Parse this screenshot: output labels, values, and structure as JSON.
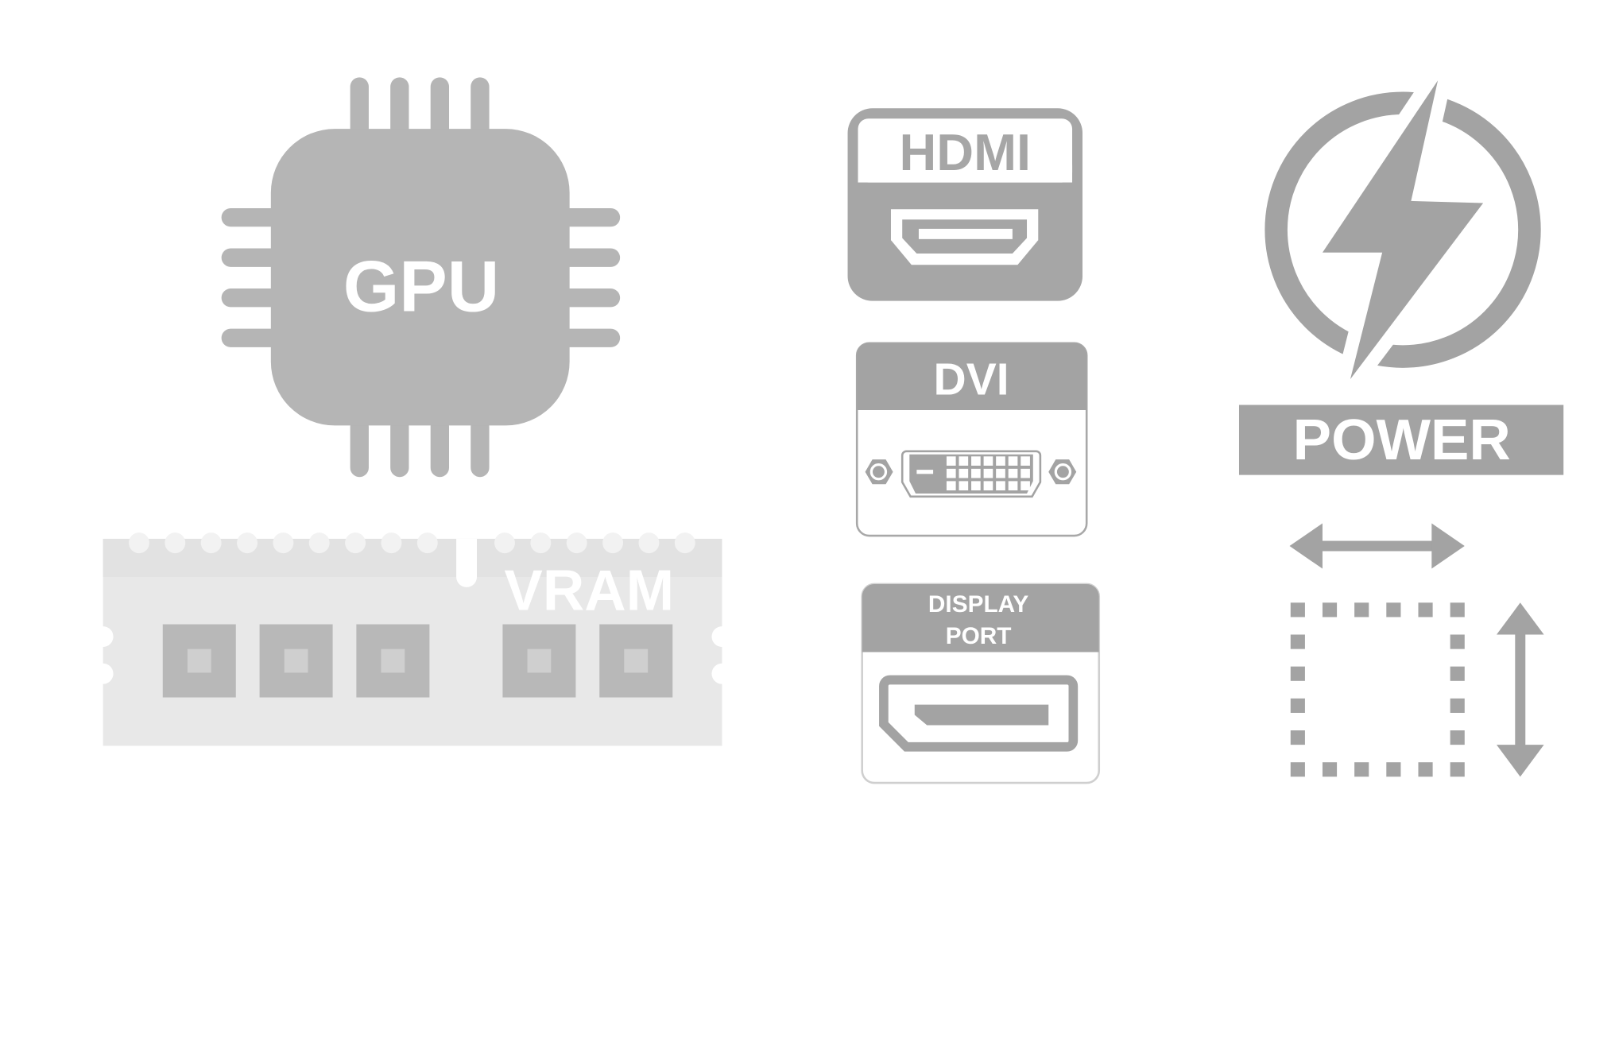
{
  "gpu": {
    "label": "GPU",
    "color": "#b5b5b5"
  },
  "vram": {
    "label": "VRAM",
    "color": "#e8e8e8",
    "chip_color": "#b8b8b8"
  },
  "hdmi": {
    "label": "HDMI",
    "color": "#a6a6a6"
  },
  "dvi": {
    "label": "DVI",
    "color": "#a3a3a3"
  },
  "displayport": {
    "label_line1": "DISPLAY",
    "label_line2": "PORT",
    "color": "#a3a3a3"
  },
  "power": {
    "label": "POWER",
    "color": "#a3a3a3"
  },
  "resize": {
    "icon": "resize-dimensions-icon",
    "color": "#a3a3a3"
  }
}
